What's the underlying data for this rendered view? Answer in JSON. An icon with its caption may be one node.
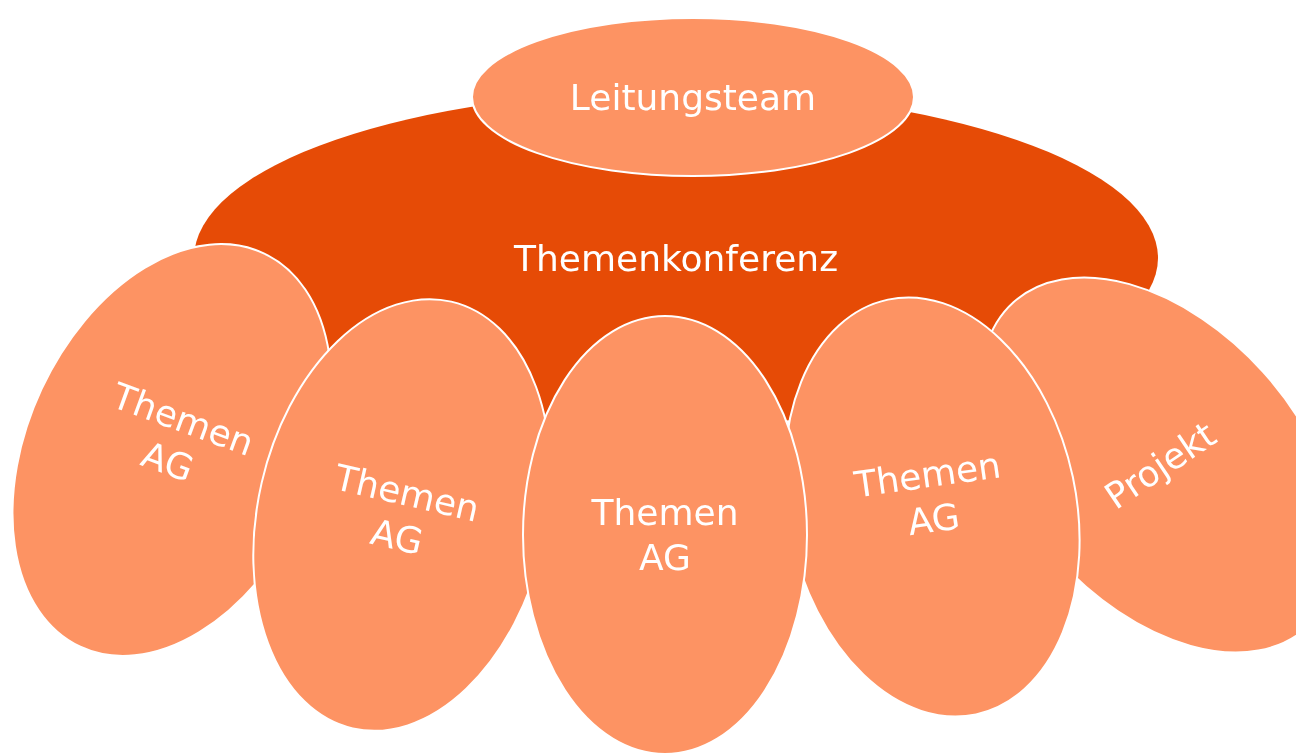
{
  "diagram": {
    "nodes": [
      {
        "text": [
          "Leitungsteam"
        ]
      },
      {
        "text": [
          "Themenkonferenz"
        ]
      },
      {
        "text": [
          "Themen AG"
        ]
      },
      {
        "text": [
          "Themen AG"
        ]
      },
      {
        "text": [
          "Themen AG"
        ]
      },
      {
        "text": [
          "Themen AG"
        ]
      },
      {
        "text": [
          "Projekt"
        ]
      }
    ]
  }
}
